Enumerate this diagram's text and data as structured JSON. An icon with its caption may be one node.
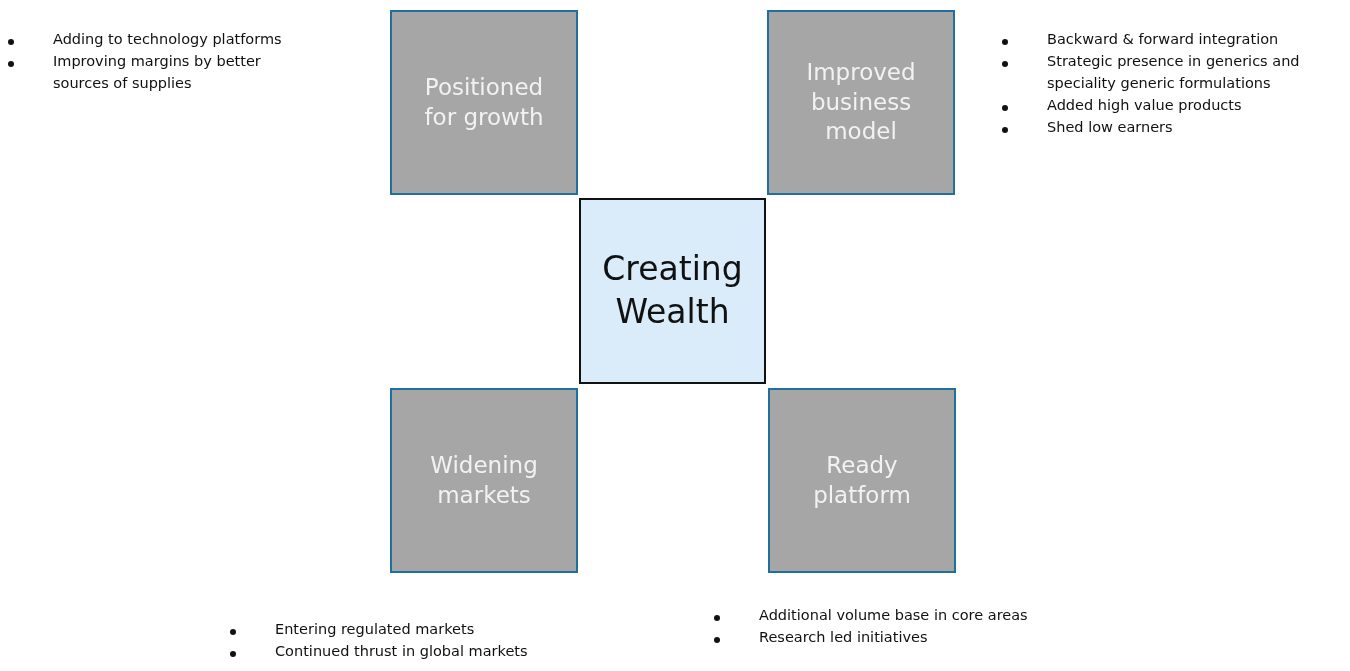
{
  "diagram": {
    "nodes": [
      {
        "text": [
          "Positioned for growth"
        ],
        "beside": [
          "Adding to technology platforms",
          "Improving margins by better sources of supplies"
        ]
      },
      {
        "text": [
          "Improved business model"
        ],
        "beside": [
          "Backward & forward integration",
          "Strategic presence in generics and speciality generic formulations",
          "Added high value products",
          "Shed low earners"
        ]
      },
      {
        "text": [
          "Creating Wealth"
        ]
      },
      {
        "text": [
          "Widening markets"
        ],
        "beside": [
          "Entering regulated markets",
          "Continued thrust in global markets"
        ]
      },
      {
        "text": [
          "Ready platform"
        ],
        "beside": [
          "Additional volume base in core areas",
          "Research led initiatives"
        ]
      }
    ]
  }
}
